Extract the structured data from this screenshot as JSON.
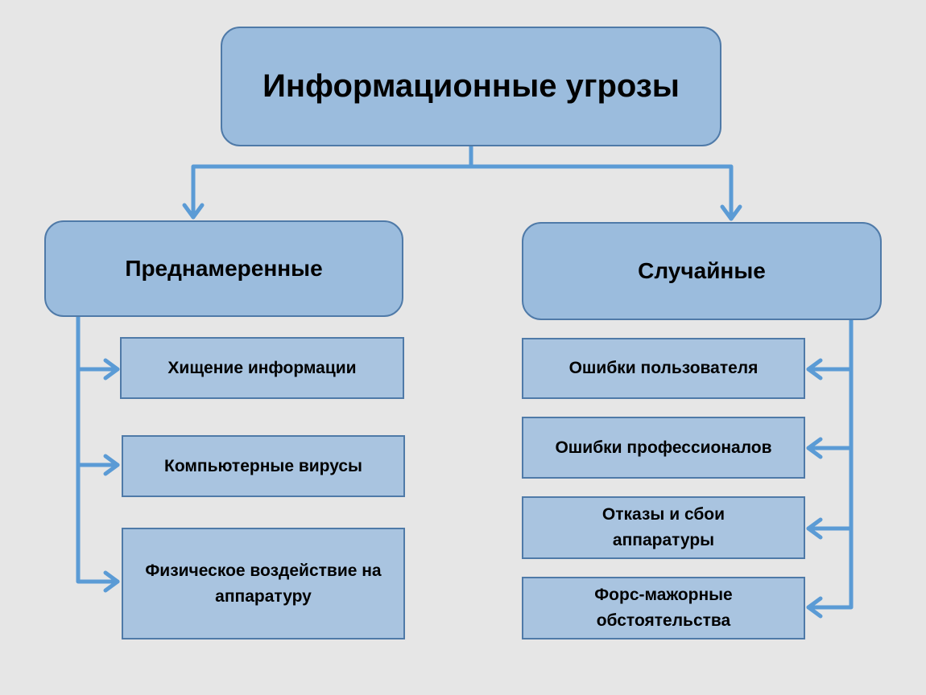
{
  "title": "Информационные угрозы",
  "categories": [
    {
      "label": "Преднамеренные",
      "items": [
        "Хищение информации",
        "Компьютерные вирусы",
        "Физическое воздействие на аппаратуру"
      ]
    },
    {
      "label": "Случайные",
      "items": [
        "Ошибки пользователя",
        "Ошибки профессионалов",
        "Отказы и сбои аппаратуры",
        "Форс-мажорные обстоятельства"
      ]
    }
  ],
  "colors": {
    "background": "#e6e6e6",
    "box_fill": "#9bbcdd",
    "item_fill": "#a9c4e0",
    "border": "#4f7aa8",
    "connector": "#5b9bd5"
  }
}
